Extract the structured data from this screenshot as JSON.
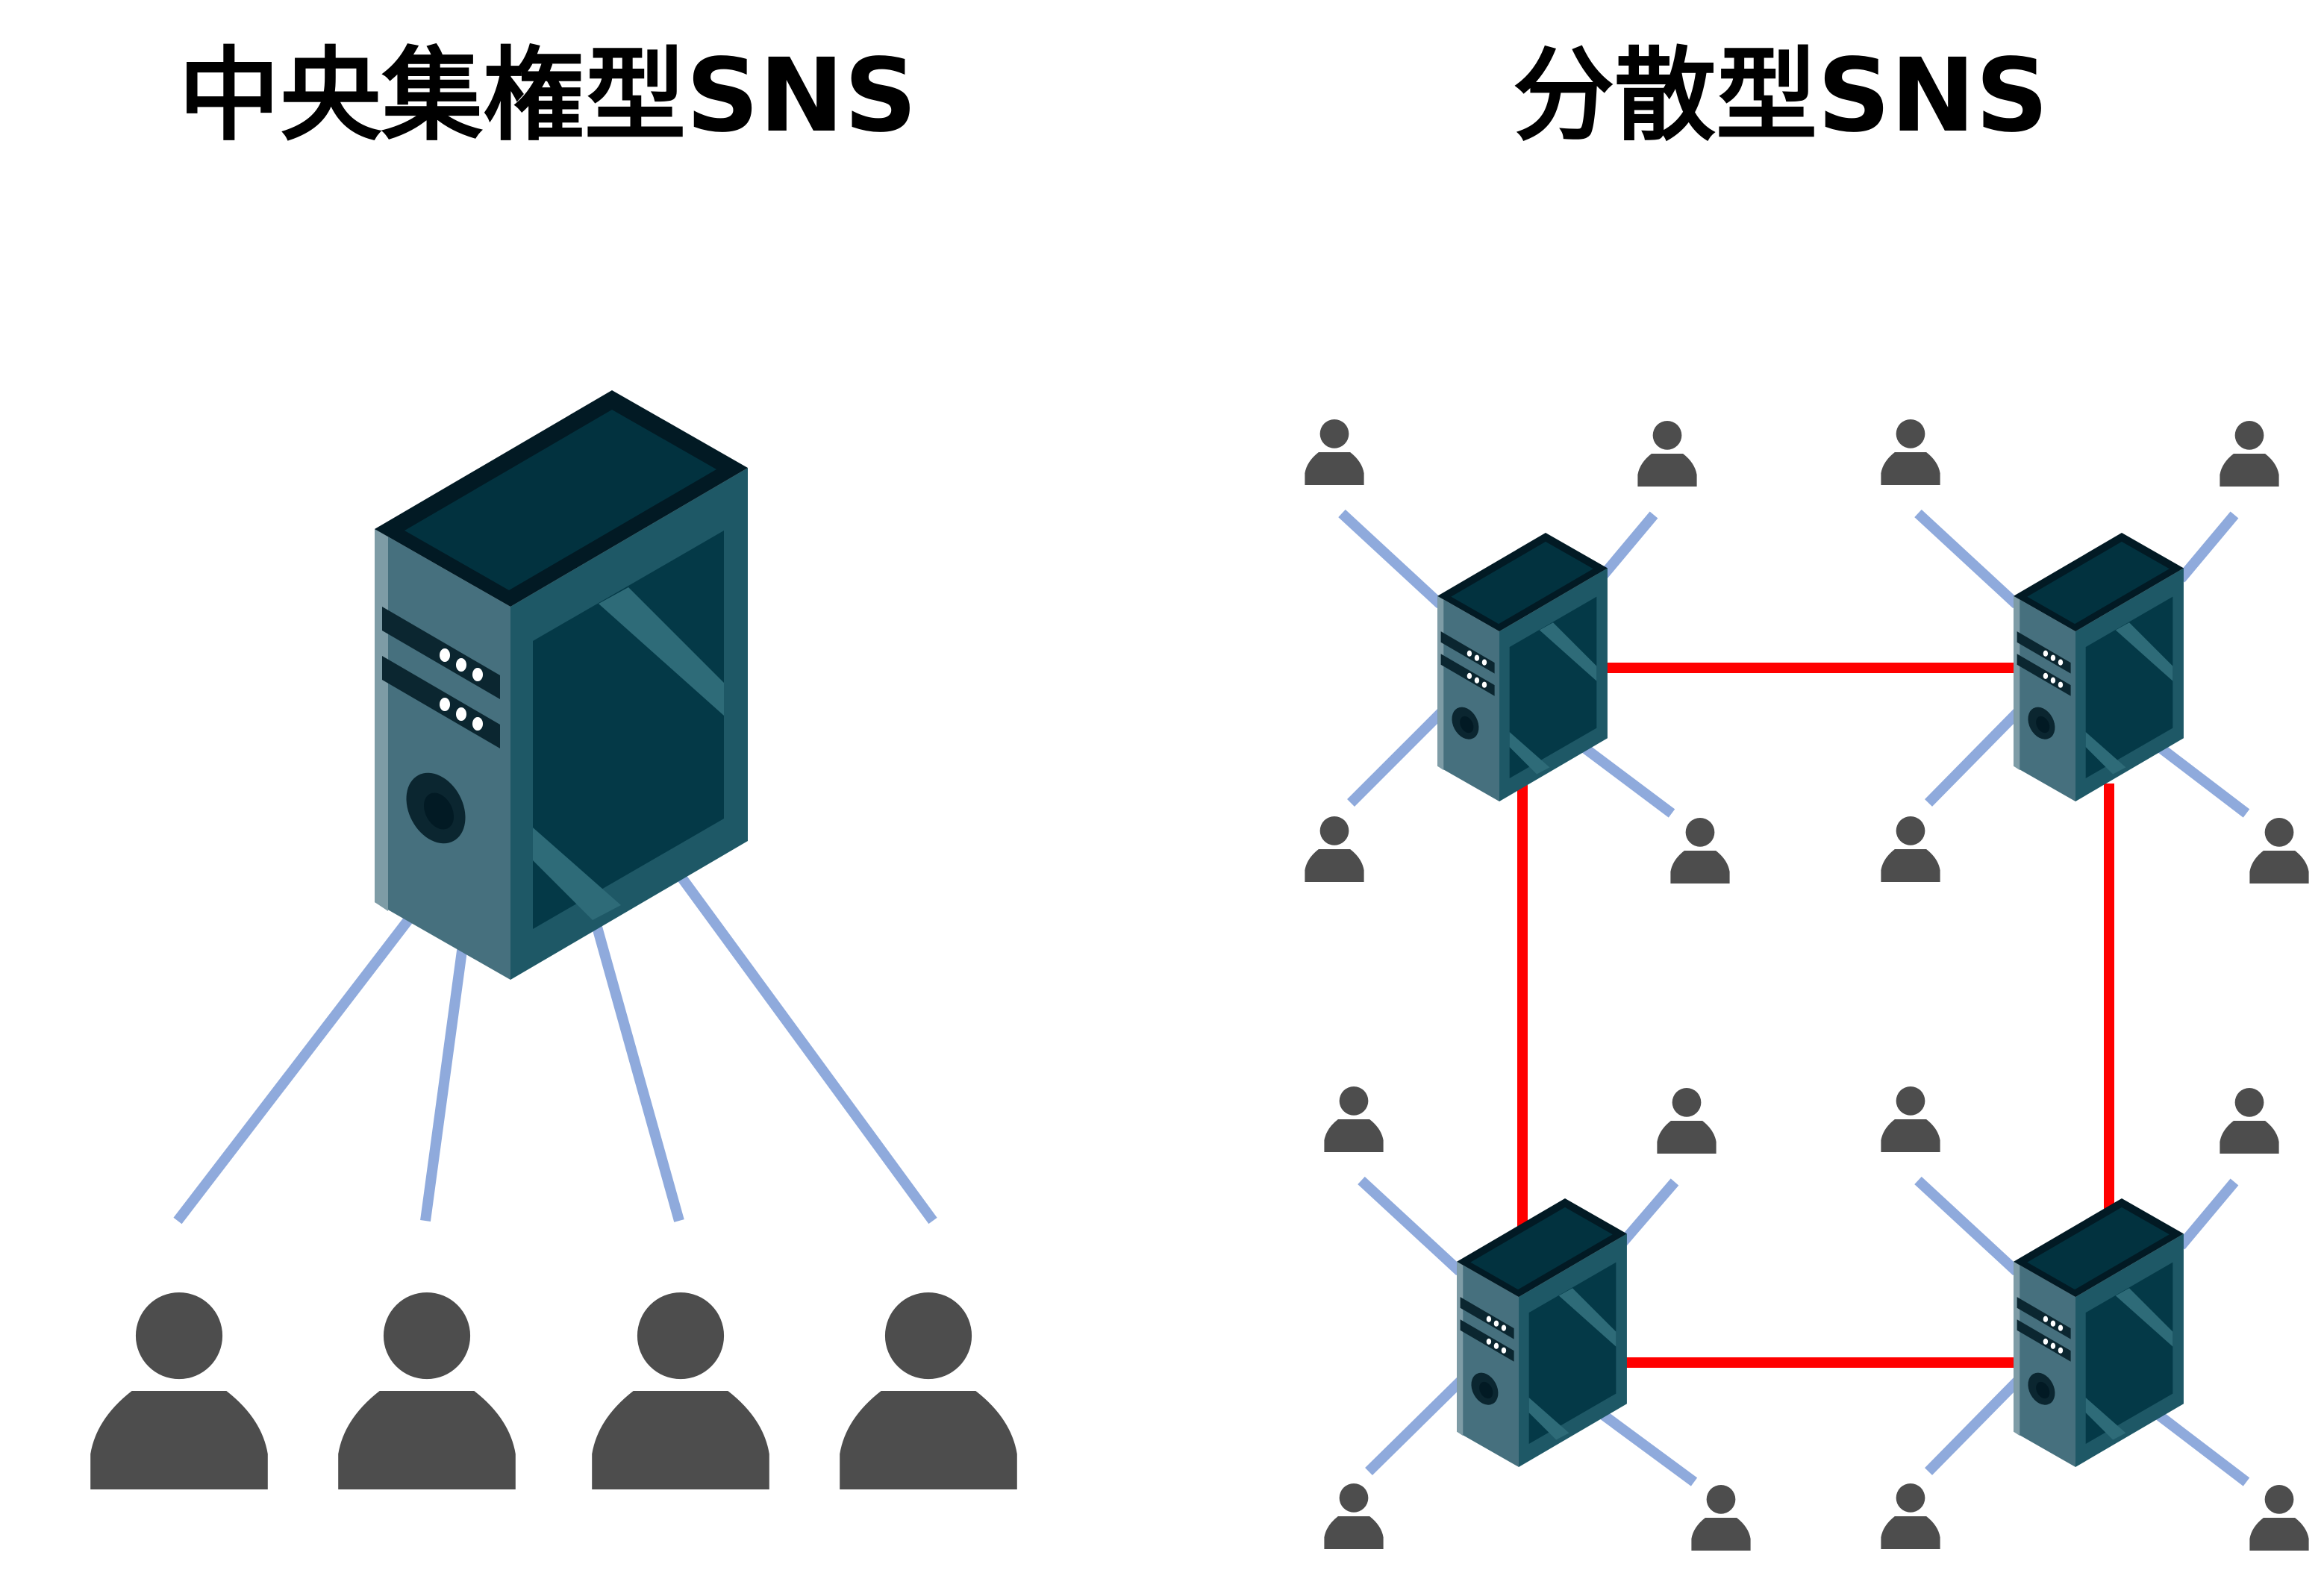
{
  "centralized": {
    "title": "中央集権型SNS",
    "user_count": 4
  },
  "distributed": {
    "title": "分散型SNS",
    "server_count": 4,
    "users_per_server": 4
  },
  "colors": {
    "user_icon": "#4D4D4D",
    "user_link": "#8FAADC",
    "server_link": "#FF0000",
    "server_top": "#02323F",
    "server_top_rim": "#021A24",
    "server_front_left": "#46707E",
    "server_front_right": "#1E5866",
    "server_window": "#043947"
  },
  "icons": {
    "server": "server-icon",
    "user": "user-icon"
  }
}
